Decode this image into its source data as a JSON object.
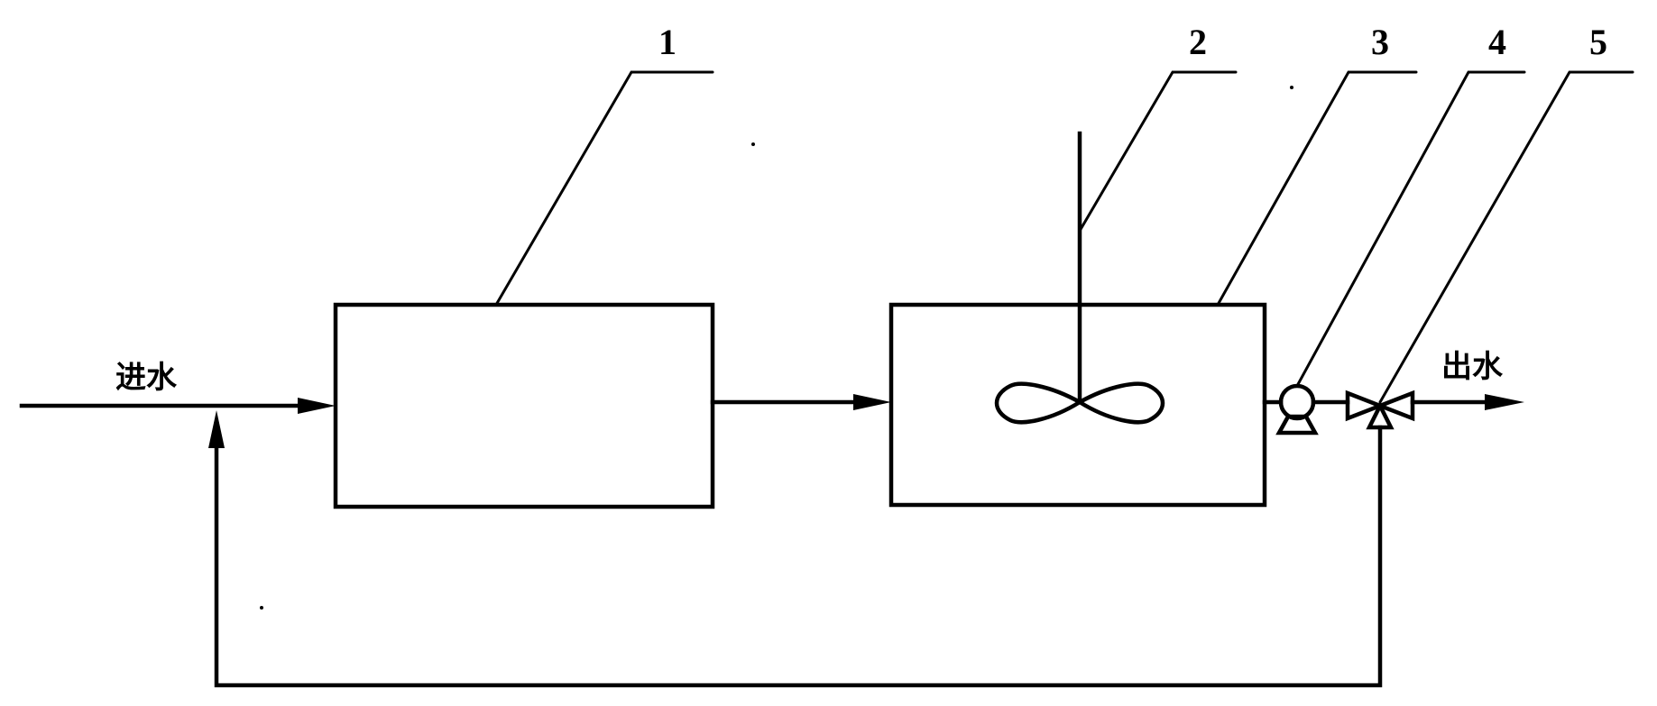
{
  "labels": {
    "inlet": "进水",
    "outlet": "出水"
  },
  "callouts": [
    "1",
    "2",
    "3",
    "4",
    "5"
  ]
}
